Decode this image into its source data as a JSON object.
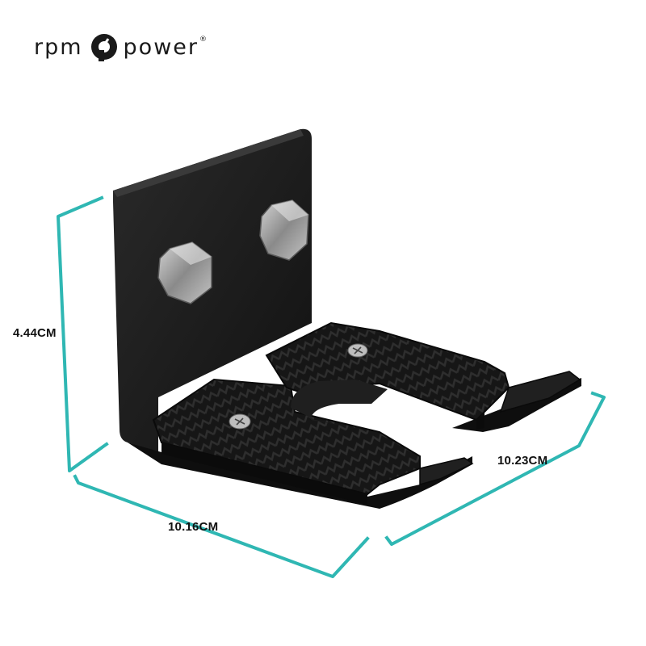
{
  "brand": {
    "left_word": "rpm",
    "right_word": "power",
    "registered": "®",
    "mark_icon": "rpm-power-logo-mark"
  },
  "dimensions": {
    "height": "4.44CM",
    "width": "10.16CM",
    "depth": "10.23CM"
  },
  "colors": {
    "dimension_line": "#2fb7b3",
    "bracket": "#1b1b1b",
    "bolt": "#9a9a9a"
  }
}
